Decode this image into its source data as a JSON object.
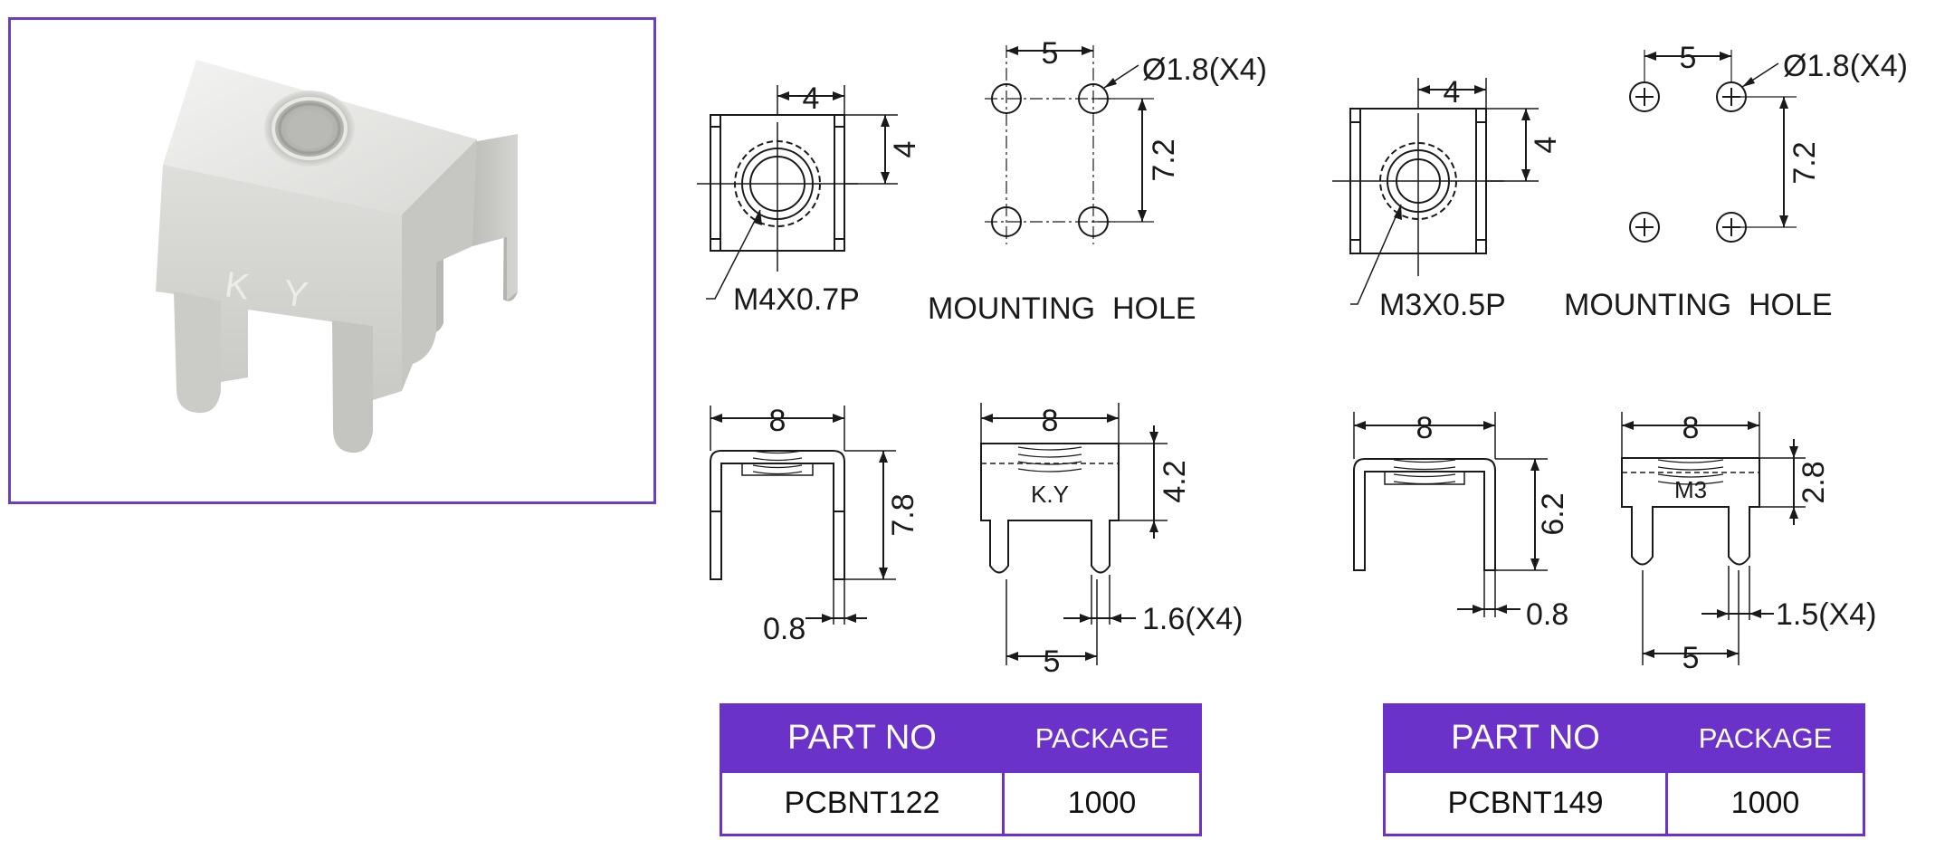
{
  "colors": {
    "accent": "#6a32c9",
    "line": "#1a1a1a",
    "header_text": "#ffffff"
  },
  "photo": {
    "engraving": "K Y"
  },
  "left_model": {
    "top_view": {
      "width": "4",
      "height": "4",
      "thread": "M4X0.7P"
    },
    "mounting": {
      "spacing_x": "5",
      "spacing_y": "7.2",
      "hole": "Ø1.8(X4)",
      "caption": "MOUNTING  HOLE"
    },
    "side_view": {
      "width": "8",
      "height": "7.8",
      "thickness": "0.8"
    },
    "front_view": {
      "width": "8",
      "height": "4.2",
      "pin": "1.6(X4)",
      "pitch": "5",
      "mark": "K.Y"
    },
    "table": {
      "header_part": "PART NO",
      "header_package": "PACKAGE",
      "part": "PCBNT122",
      "package": "1000"
    }
  },
  "right_model": {
    "top_view": {
      "width": "4",
      "height": "4",
      "thread": "M3X0.5P"
    },
    "mounting": {
      "spacing_x": "5",
      "spacing_y": "7.2",
      "hole": "Ø1.8(X4)",
      "caption": "MOUNTING  HOLE"
    },
    "side_view": {
      "width": "8",
      "height": "6.2",
      "thickness": "0.8"
    },
    "front_view": {
      "width": "8",
      "height": "2.8",
      "pin": "1.5(X4)",
      "pitch": "5",
      "mark": "M3"
    },
    "table": {
      "header_part": "PART NO",
      "header_package": "PACKAGE",
      "part": "PCBNT149",
      "package": "1000"
    }
  }
}
